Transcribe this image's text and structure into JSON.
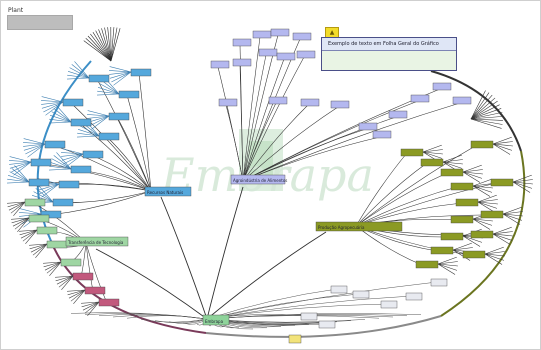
{
  "panel": {
    "label": "Plant"
  },
  "watermark": "Embrapa",
  "tooltip": {
    "title": "Exemplo de texto em Folha Geral do Gráfico"
  },
  "colors": {
    "blue_branch": "#55a8dc",
    "lavender_branch": "#b4b8ef",
    "olive_branch": "#8b9a24",
    "green_branch": "#9fd6a3",
    "root": "#8ed39a",
    "watermark": "#cfe6d3"
  },
  "root": {
    "label": "Embrapa"
  },
  "hubs": [
    {
      "id": "hub-blue",
      "label": "Recursos Naturais"
    },
    {
      "id": "hub-lavender",
      "label": "Agroindústria de Alimentos"
    },
    {
      "id": "hub-olive",
      "label": "Produção Agropecuária"
    },
    {
      "id": "hub-green",
      "label": "Transferência de Tecnologia"
    }
  ]
}
